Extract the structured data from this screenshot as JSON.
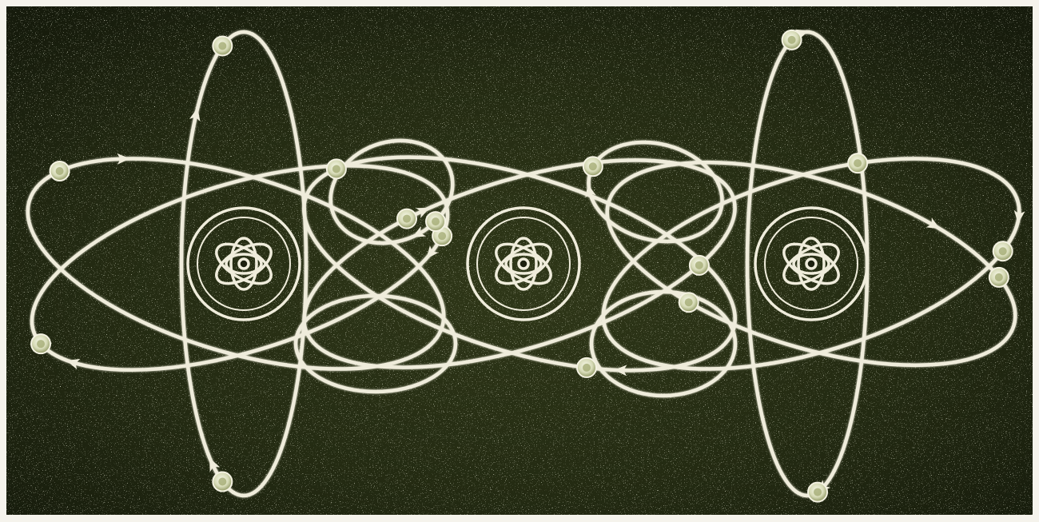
{
  "colors": {
    "background_dark": "#1a1f10",
    "background_mid": "#2c3318",
    "speckle": "#cfd3b4",
    "orbit_line": "#f0eede",
    "electron_fill": "#e3e6c9",
    "electron_core": "#9aa26b",
    "border": "#f5f3ec"
  },
  "atoms": [
    {
      "id": "left-atom"
    },
    {
      "id": "center-atom"
    },
    {
      "id": "right-atom"
    }
  ]
}
